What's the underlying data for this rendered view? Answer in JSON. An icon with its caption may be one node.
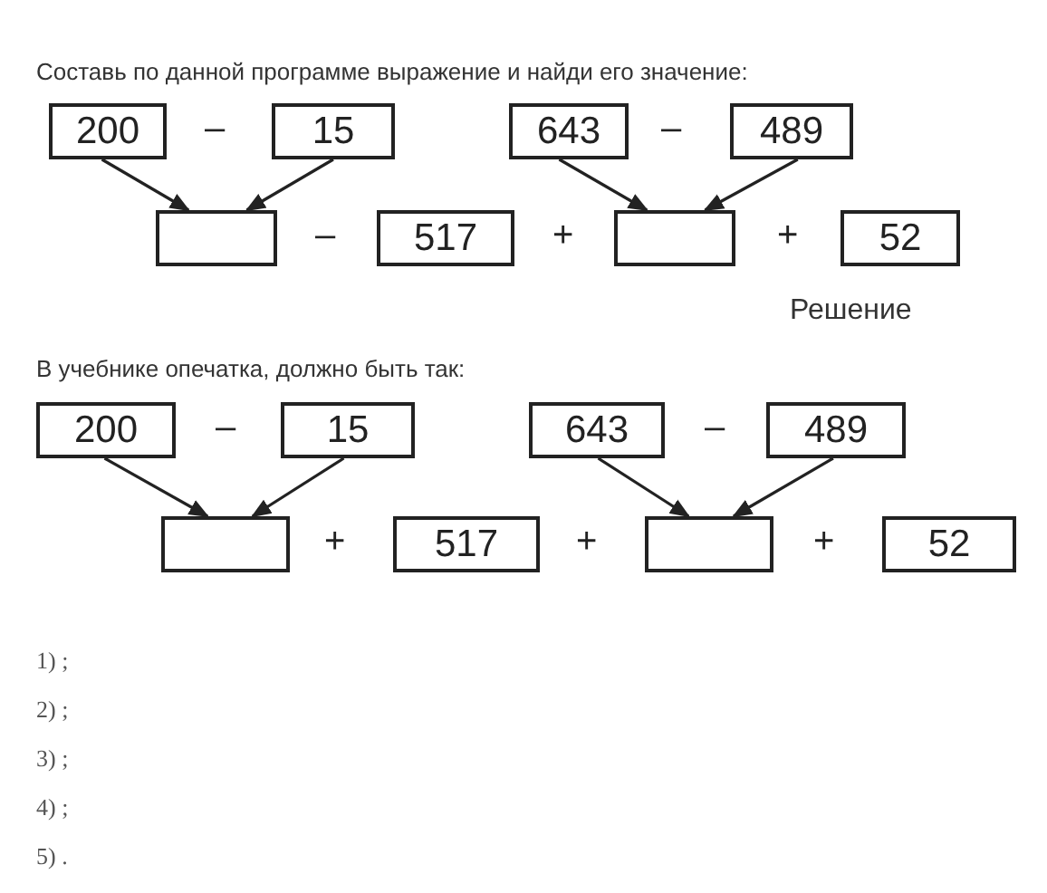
{
  "diagram": {
    "title": "Составь по данной программе выражение и найди его значение:",
    "nodes": [
      {
        "text": [
          "200"
        ]
      },
      {
        "text": [
          "15"
        ]
      },
      {
        "text": [
          "643"
        ]
      },
      {
        "text": [
          "489"
        ]
      },
      {
        "text": [],
        "shape": "box"
      },
      {
        "text": [
          "517"
        ]
      },
      {
        "text": [],
        "shape": "box"
      },
      {
        "text": [
          "52"
        ]
      },
      {
        "text": [
          "200"
        ]
      },
      {
        "text": [
          "15"
        ]
      },
      {
        "text": [
          "643"
        ]
      },
      {
        "text": [
          "489"
        ]
      },
      {
        "text": [],
        "shape": "box"
      },
      {
        "text": [
          "517"
        ]
      },
      {
        "text": [],
        "shape": "box"
      },
      {
        "text": [
          "52"
        ]
      }
    ],
    "edges": [
      {
        "from": 0,
        "to": 4,
        "arrow": "to"
      },
      {
        "from": 1,
        "to": 4,
        "arrow": "to"
      },
      {
        "from": 2,
        "to": 6,
        "arrow": "to"
      },
      {
        "from": 3,
        "to": 6,
        "arrow": "to"
      },
      {
        "from": 8,
        "to": 12,
        "arrow": "to"
      },
      {
        "from": 9,
        "to": 12,
        "arrow": "to"
      },
      {
        "from": 10,
        "to": 14,
        "arrow": "to"
      },
      {
        "from": 11,
        "to": 14,
        "arrow": "to"
      }
    ],
    "labels": [
      "–",
      "–",
      "–",
      "+",
      "+",
      "Решение",
      "В учебнике опечатка, должно быть так:",
      "–",
      "–",
      "+",
      "+",
      "+",
      "1) ;",
      "2) ;",
      "3) ;",
      "4) ;",
      "5) ."
    ]
  }
}
